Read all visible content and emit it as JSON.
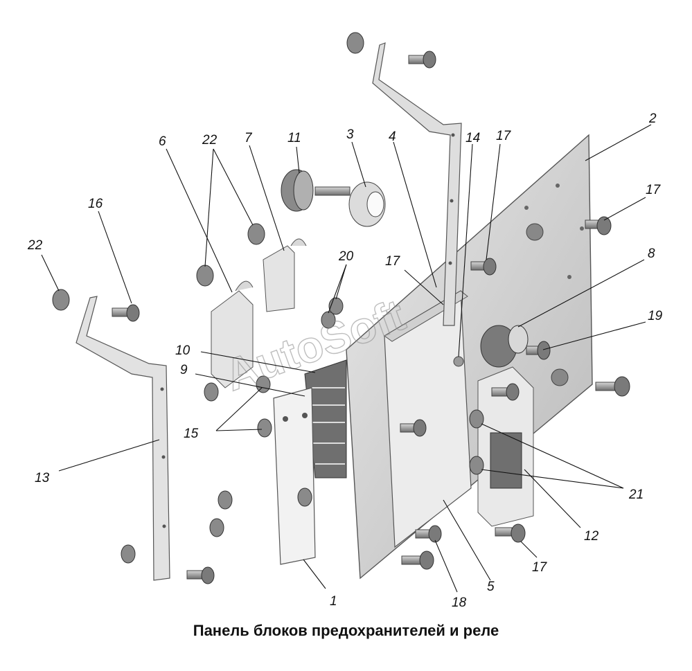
{
  "caption": "Панель блоков предохранителей и реле",
  "watermark": "AutoSoft",
  "callouts": {
    "c1": "1",
    "c2": "2",
    "c3": "3",
    "c4": "4",
    "c5": "5",
    "c6": "6",
    "c7": "7",
    "c8": "8",
    "c9": "9",
    "c10": "10",
    "c11": "11",
    "c12": "12",
    "c13": "13",
    "c14": "14",
    "c15": "15",
    "c16": "16",
    "c17a": "17",
    "c17b": "17",
    "c17c": "17",
    "c17d": "17",
    "c18": "18",
    "c19": "19",
    "c20": "20",
    "c21": "21",
    "c22a": "22",
    "c22b": "22"
  },
  "colors": {
    "ink": "#111111",
    "part_light": "#e4e4e4",
    "part_mid": "#c8c8c8",
    "part_dark": "#7a7a7a"
  }
}
